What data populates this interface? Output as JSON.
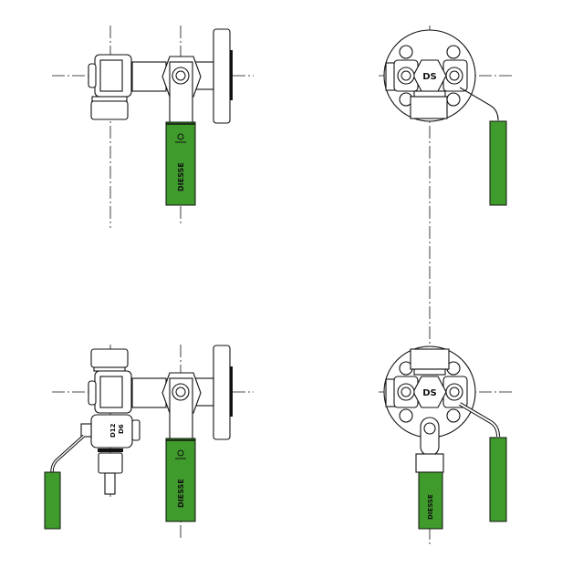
{
  "labels": {
    "brand": "DIESSE",
    "hex_mark": "DS",
    "size_a": "D12",
    "size_b": "D6"
  },
  "colors": {
    "handle": "#3f9b2c",
    "line": "#111111",
    "background": "#ffffff"
  }
}
